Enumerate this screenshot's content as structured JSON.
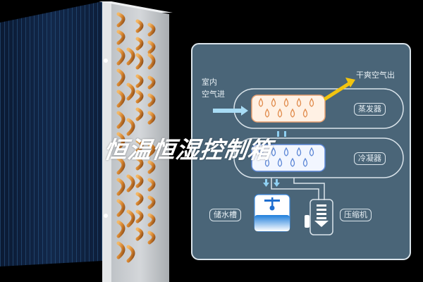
{
  "title": "恒温恒湿控制箱",
  "diagram": {
    "inlet_label_line1": "室内",
    "inlet_label_line2": "空气进",
    "outlet_label": "干爽空气出",
    "evaporator_label": "蒸发器",
    "condenser_label": "冷凝器",
    "tank_label": "储水槽",
    "compressor_label": "压缩机",
    "colors": {
      "panel": "#4a6578",
      "panel_border": "#d9e3ea",
      "evaporator_fill": "#fff1e4",
      "evaporator_drop": "#e08a4a",
      "condenser_fill": "#f2f6ff",
      "condenser_drop": "#5b86d6",
      "inlet_arrow": "#a8dcf5",
      "outlet_arrow": "#f2c40f",
      "water": "#2f8fe0"
    }
  },
  "product": {
    "fin_color": "#0f2340",
    "frame_color": "#c9cccf",
    "coil_color": "#d88a35"
  }
}
